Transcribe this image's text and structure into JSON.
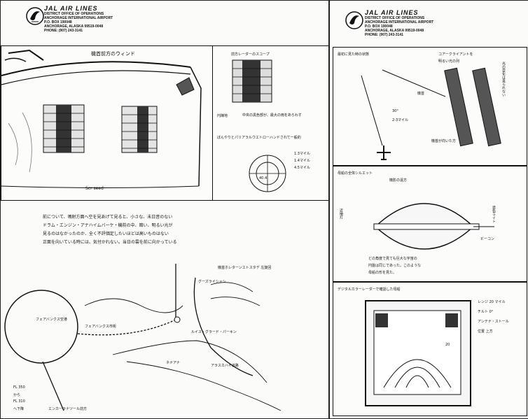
{
  "left_page": {
    "header": {
      "brand": "JAL  AIR LINES",
      "lines": [
        "DISTRICT OFFICE OF OPERATIONS",
        "ANCHORAGE INTERNATIONAL AIRPORT",
        "P.O. BOX 190048",
        "ANCHORAGE, ALASKA 99519-0048",
        "PHONE: (907) 243-3141"
      ]
    },
    "top_left_caption": "機首前方のウィンド",
    "ground_label": "Scr  seed",
    "radar_caption": "前方レーダーのスコープ",
    "radar_notes": [
      "円陣地",
      "中央の黒色部が、最大の雨をあらわす",
      "ぼんやりとパリアラルウエトローハンドされて一般的"
    ],
    "dial_notes": [
      "1.3マイル",
      "1.4マイル",
      "4.5マイル"
    ],
    "dial_value": "40.4",
    "paragraph": [
      "前について、鳴射方面へ空を見あげて見ると、小さな、未日音のない",
      "ドラム・エンジン・アナハイムバーケ・機前の中、暗い、明るい光が",
      "見るのはなかったのか、全く不評価定したいほどは高いものはない",
      "正面を向いている時には、気付かれない。当日の雲を前に向かっている"
    ],
    "map_labels": {
      "top": "機首ホレターンエトスタデ  左旋回",
      "spot": "グーズライシャシ",
      "fairbanks": "フェアバンクス空港",
      "fairbanks_city": "フェアバンクス市街",
      "lower_right": "ルイス・グラード・パーキン",
      "bottom": "ネナアナ",
      "road": "アラスカハイ道路",
      "alt1": "FL 350",
      "alt2": "から",
      "alt3": "FL 310",
      "alt4": "へ下降",
      "end": "エンカーラナツール前方"
    }
  },
  "right_page": {
    "header": {
      "brand": "JAL  AIR LINES",
      "lines": [
        "DISTRICT OFFICE OF OPERATIONS",
        "ANCHORAGE INTERNATIONAL AIRPORT",
        "P.O. BOX 190048",
        "ANCHORAGE, ALASKA 99519-0048",
        "PHONE: (907) 243-3141"
      ]
    },
    "panel1": {
      "title": "最初に見た時の状態",
      "notes": [
        "コアークライアントを",
        "明るい光の列",
        "機首"
      ],
      "side_note": "光の変化は見られない",
      "bottom_note": "機首が向いた方",
      "angle": "30°",
      "dist": "2-3マイル"
    },
    "panel2": {
      "title": "母船の全体シルエット",
      "subtitle": "機影の遠方",
      "left_note": "近接灯",
      "right_note": "塗色ライト",
      "right_note2": "ビーコン",
      "caption1": "どの角度で見ても巨大な宇宙の",
      "caption2": "円盤は同じであった。このような",
      "caption3": "母船の形を見た。"
    },
    "panel3": {
      "title": "デジタルカラーレーダーで確認した母船",
      "notes": [
        "レンジ 20 マイル",
        "チルト 0°",
        "アンテナ・ストール",
        "位置  上方"
      ],
      "scale": "20"
    }
  },
  "colors": {
    "ink": "#111111",
    "paper": "#fbfbf9",
    "dark_fill": "#2b2b2b"
  },
  "icons": [
    "crane-logo-icon",
    "airplane-icon"
  ]
}
